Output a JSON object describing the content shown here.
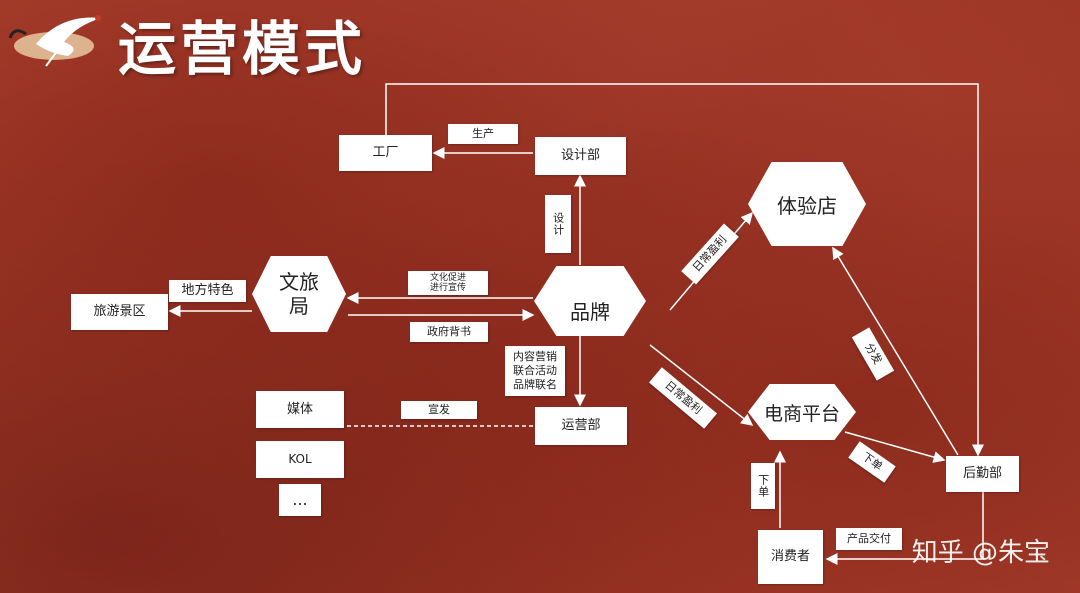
{
  "title": "运营模式",
  "nodes": {
    "factory": "工厂",
    "design_dept": "设计部",
    "culture_bureau": "文旅\n局",
    "scenic_area": "旅游景区",
    "brand": "品牌",
    "experience_store": "体验店",
    "ecommerce": "电商平台",
    "logistics": "后勤部",
    "media": "媒体",
    "kol": "KOL",
    "more": "...",
    "operations": "运营部",
    "consumer": "消费者"
  },
  "edge_labels": {
    "produce": "生产",
    "design": "设计",
    "local_features": "地方特色",
    "promote": "文化促进\n进行宣传",
    "gov_endorse": "政府背书",
    "marketing": "内容营销\n联合活动\n品牌联名",
    "publicize": "宣发",
    "profit_store": "日常盈利",
    "profit_ecom": "日常盈利",
    "distribute": "分发",
    "order_ecom": "下单",
    "order_consumer": "下单",
    "product_delivery": "产品交付"
  },
  "watermark": "知乎 @朱宝",
  "colors": {
    "background": "#a83a2a",
    "line": "#ffffff",
    "box": "#ffffff",
    "text": "#222222"
  }
}
